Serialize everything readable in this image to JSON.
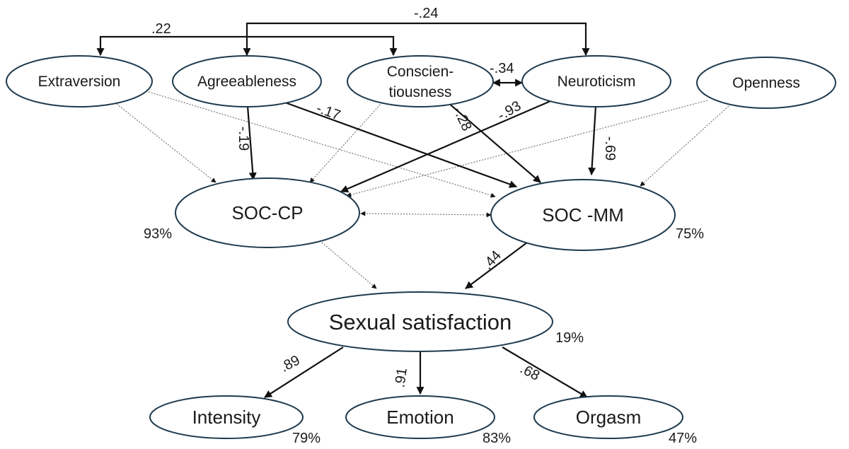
{
  "nodes": {
    "extraversion": "Extraversion",
    "agreeableness": "Agreeableness",
    "conscientiousness_1": "Conscien-",
    "conscientiousness_2": "tiousness",
    "neuroticism": "Neuroticism",
    "openness": "Openness",
    "soc_cp": "SOC-CP",
    "soc_mm": "SOC -MM",
    "sexual_satisfaction": "Sexual satisfaction",
    "intensity": "Intensity",
    "emotion": "Emotion",
    "orgasm": "Orgasm"
  },
  "percentages": {
    "soc_cp": "93%",
    "soc_mm": "75%",
    "sexual_satisfaction": "19%",
    "intensity": "79%",
    "emotion": "83%",
    "orgasm": "47%"
  },
  "coefficients": {
    "extraversion_conscientiousness": ".22",
    "agreeableness_neuroticism": "-.24",
    "conscientiousness_neuroticism": "-.34",
    "agreeableness_soc_cp": "-.19",
    "agreeableness_soc_mm": "-.17",
    "conscientiousness_soc_mm": "-.28",
    "neuroticism_soc_cp": "-.93",
    "neuroticism_soc_mm": "-.69",
    "soc_mm_satisfaction": ".44",
    "satisfaction_intensity": ".89",
    "satisfaction_emotion": ".91",
    "satisfaction_orgasm": ".68"
  }
}
